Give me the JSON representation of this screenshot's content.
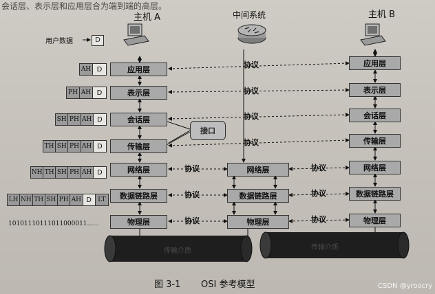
{
  "header_text": "会话层、表示层和应用层合为端到端的高层。",
  "hosts": {
    "a": "主机 A",
    "middle": "中间系统",
    "b": "主机 B"
  },
  "user_data": {
    "label": "用户数据",
    "arrow": "→",
    "data_box": "D"
  },
  "layers": {
    "application": "应用层",
    "presentation": "表示层",
    "session": "会话层",
    "transport": "传输层",
    "network": "网络层",
    "datalink": "数据链路层",
    "physical": "物理层"
  },
  "protocol": "协议",
  "interface": "接口",
  "packets": {
    "application": [
      "AH",
      "D"
    ],
    "presentation": [
      "PH",
      "AH",
      "D"
    ],
    "session": [
      "SH",
      "PH",
      "AH",
      "D"
    ],
    "transport": [
      "TH",
      "SH",
      "PH",
      "AH",
      "D"
    ],
    "network": [
      "NH",
      "TH",
      "SH",
      "PH",
      "AH",
      "D"
    ],
    "datalink": [
      "LH",
      "NH",
      "TH",
      "SH",
      "PH",
      "AH",
      "D",
      "LT"
    ]
  },
  "bitstream": "10101110111011000011......",
  "medium_label": "传输介质",
  "caption": {
    "number": "图 3-1",
    "text": "OSI 参考模型"
  },
  "watermark": "CSDN @yroocry",
  "colors": {
    "layer_fill": "#a9a9a9",
    "header_fill": "#9a9a9a",
    "data_fill": "#e8e6e2",
    "cylinder": "#222222"
  }
}
